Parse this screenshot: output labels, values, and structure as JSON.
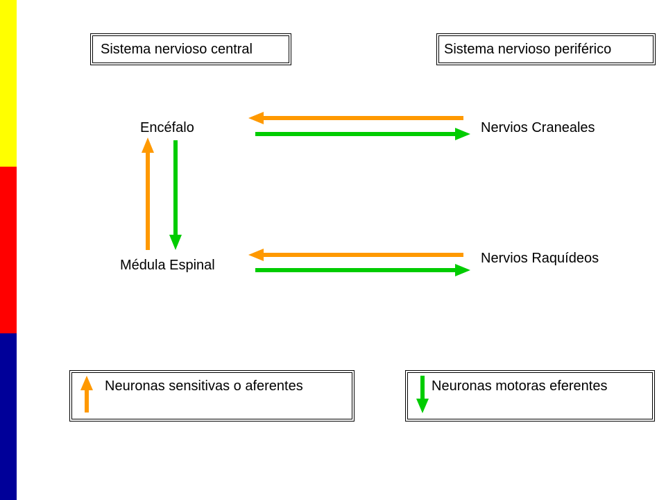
{
  "colors": {
    "stripe_top": "#ffff00",
    "stripe_middle": "#ff0000",
    "stripe_bottom": "#000099",
    "afferent_arrow": "#ff9900",
    "efferent_arrow": "#00cc00"
  },
  "headers": {
    "central": "Sistema nervioso central",
    "peripheral": "Sistema nervioso periférico"
  },
  "nodes": {
    "brain": "Encéfalo",
    "spinal_cord": "Médula Espinal",
    "cranial_nerves": "Nervios Craneales",
    "spinal_nerves": "Nervios Raquídeos"
  },
  "legend": {
    "afferent": "Neuronas sensitivas o aferentes",
    "efferent": "Neuronas motoras eferentes"
  }
}
